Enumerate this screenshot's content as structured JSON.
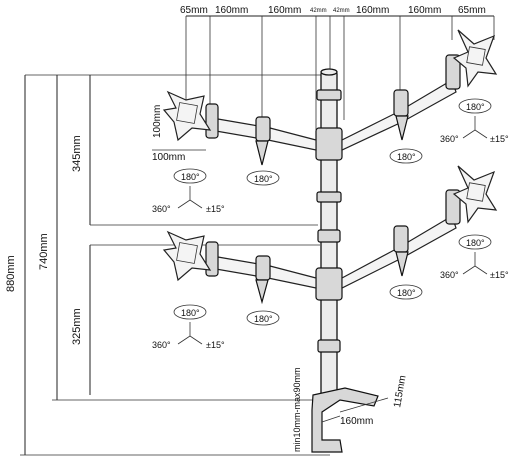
{
  "dimensions": {
    "top": [
      "65mm",
      "160mm",
      "160mm",
      "42mm",
      "42mm",
      "160mm",
      "160mm",
      "65mm"
    ],
    "overall_height": "880mm",
    "upper_height": "740mm",
    "upper_tier_spacing": "345mm",
    "lower_tier_spacing": "325mm",
    "vesa_height": "100mm",
    "vesa_width": "100mm",
    "clamp_range": "min10mm-max90mm",
    "clamp_depth": "160mm",
    "clamp_height": "115mm"
  },
  "rotation_labels": {
    "rotate": "180°",
    "swivel": "360°",
    "tilt": "±15°"
  },
  "icons": [
    "rotation-arrow-icon",
    "tilt-cross-icon"
  ]
}
